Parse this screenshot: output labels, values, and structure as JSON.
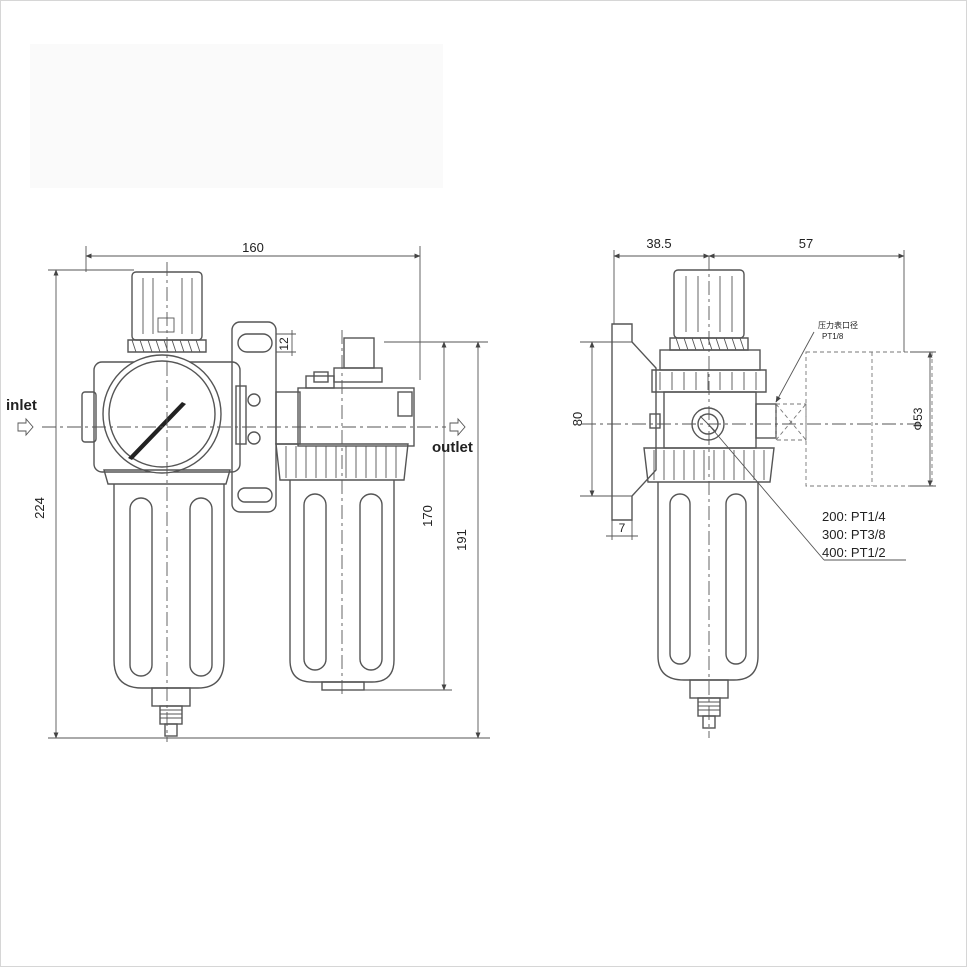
{
  "front_view": {
    "dim_width": "160",
    "dim_total_height": "224",
    "dim_bracket_slot": "12",
    "dim_height_170": "170",
    "dim_height_191": "191",
    "label_inlet": "inlet",
    "label_outlet": "outlet"
  },
  "side_view": {
    "dim_left": "38.5",
    "dim_right": "57",
    "dim_height": "80",
    "dim_plate": "7",
    "dim_gauge_diameter": "Φ53",
    "gauge_port_note_cn": "压力表口径",
    "gauge_port_note_thread": "PT1/8",
    "port_sizes": [
      "200: PT1/4",
      "300: PT3/8",
      "400: PT1/2"
    ]
  }
}
